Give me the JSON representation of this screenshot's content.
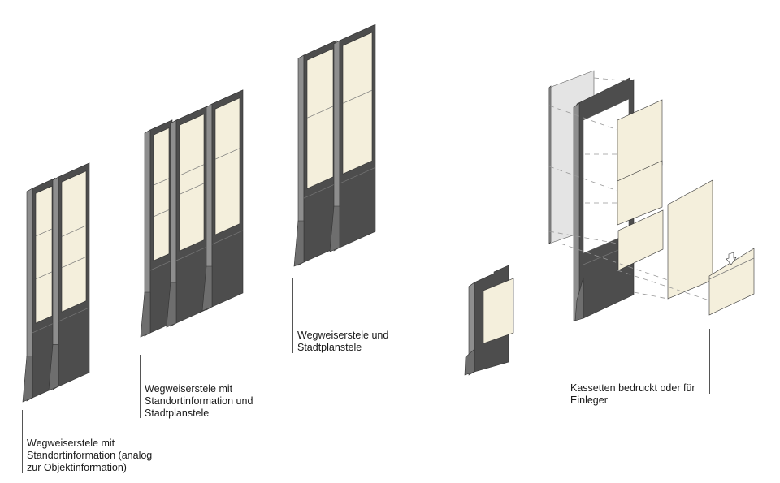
{
  "labels": {
    "group1": "Wegweiserstele mit\nStandortinformation (analog\nzur Objektinformation)",
    "group2": "Wegweiserstele mit\nStandortinformation und\nStadtplanstele",
    "group3": "Wegweiserstele und\nStadtplanstele",
    "group4": "Kassetten bedruckt oder für\nEinleger"
  },
  "colors": {
    "frame": "#4d4d4d",
    "panel": "#f4efdc",
    "side": "#8e8e8e",
    "top": "#b4b4b4",
    "glass": "#e4e4e4"
  }
}
